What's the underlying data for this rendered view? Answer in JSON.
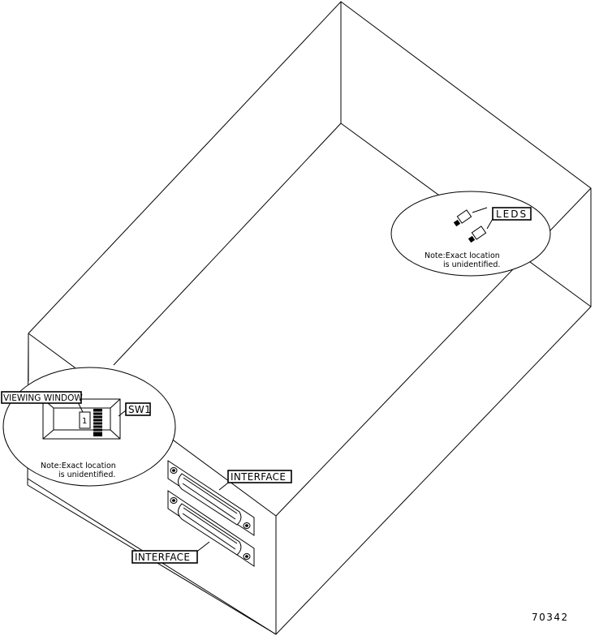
{
  "labels": {
    "viewing_window": "VIEWING WINDOW",
    "sw1": "SW1",
    "switch_position": "1",
    "leds": "LEDS",
    "interface_top": "INTERFACE",
    "interface_bottom": "INTERFACE"
  },
  "notes": {
    "left_line1": "Note:Exact location",
    "left_line2": "is unidentified.",
    "right_line1": "Note:Exact location",
    "right_line2": "is unidentified."
  },
  "figure_number": "70342"
}
